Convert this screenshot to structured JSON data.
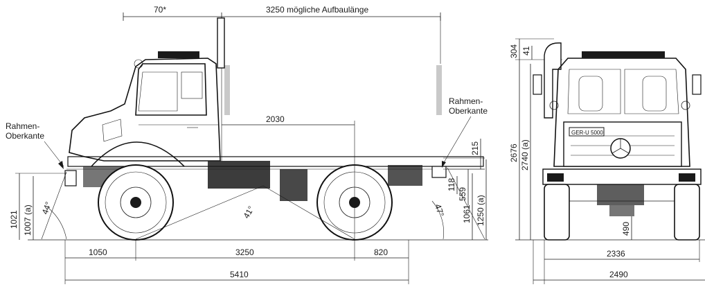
{
  "side_view": {
    "dims": {
      "top_offset": "70*",
      "body_length": "3250  mögliche Aufbaulänge",
      "frame_length": "2030",
      "front_overhang": "1050",
      "wheelbase": "3250",
      "rear_overhang": "820",
      "overall_length": "5410",
      "frame_height": "1021",
      "frame_height_a": "1007 (a)",
      "rear_frame_height": "1061",
      "rear_frame_height_a": "1250 (a)",
      "frame_section": "215",
      "rear_step_a": "118",
      "rear_step_b": "559"
    },
    "angles": {
      "approach": "44°",
      "breakover": "41°",
      "departure": "47°"
    },
    "labels": {
      "front_frame_line": "Rahmen-\nOberkante",
      "front_frame_1": "Rahmen-",
      "front_frame_2": "Oberkante",
      "rear_frame_1": "Rahmen-",
      "rear_frame_2": "Oberkante"
    }
  },
  "front_view": {
    "dims": {
      "exhaust_height": "304",
      "exhaust_inner": "41",
      "cab_height": "2676",
      "cab_height_a": "2740 (a)",
      "ground_clearance": "490",
      "track_width": "2336",
      "overall_width": "2490"
    },
    "plate": "GER-U 5000"
  }
}
